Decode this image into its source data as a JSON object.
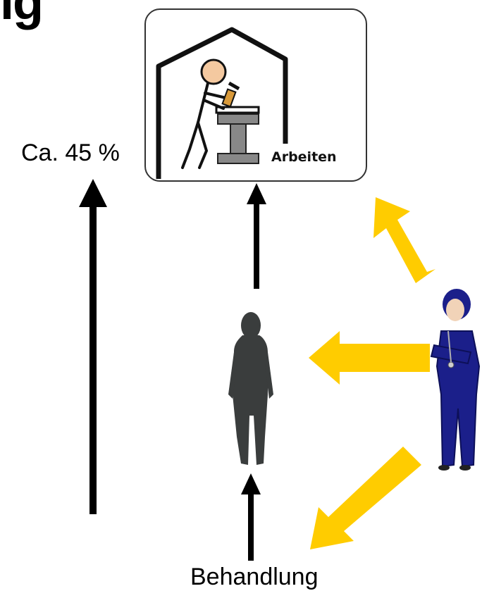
{
  "diagram": {
    "title_fragment": "ig",
    "percent_label": "Ca. 45 %",
    "work_card": {
      "label": "Arbeiten"
    },
    "treatment_label": "Behandlung"
  },
  "colors": {
    "arrow_black": "#000000",
    "arrow_yellow": "#ffcc00",
    "person_silhouette": "#3a3d3d",
    "nurse_uniform": "#1b1f8a"
  },
  "icons": [
    "worker-pictogram-icon",
    "person-silhouette-icon",
    "nurse-icon"
  ]
}
